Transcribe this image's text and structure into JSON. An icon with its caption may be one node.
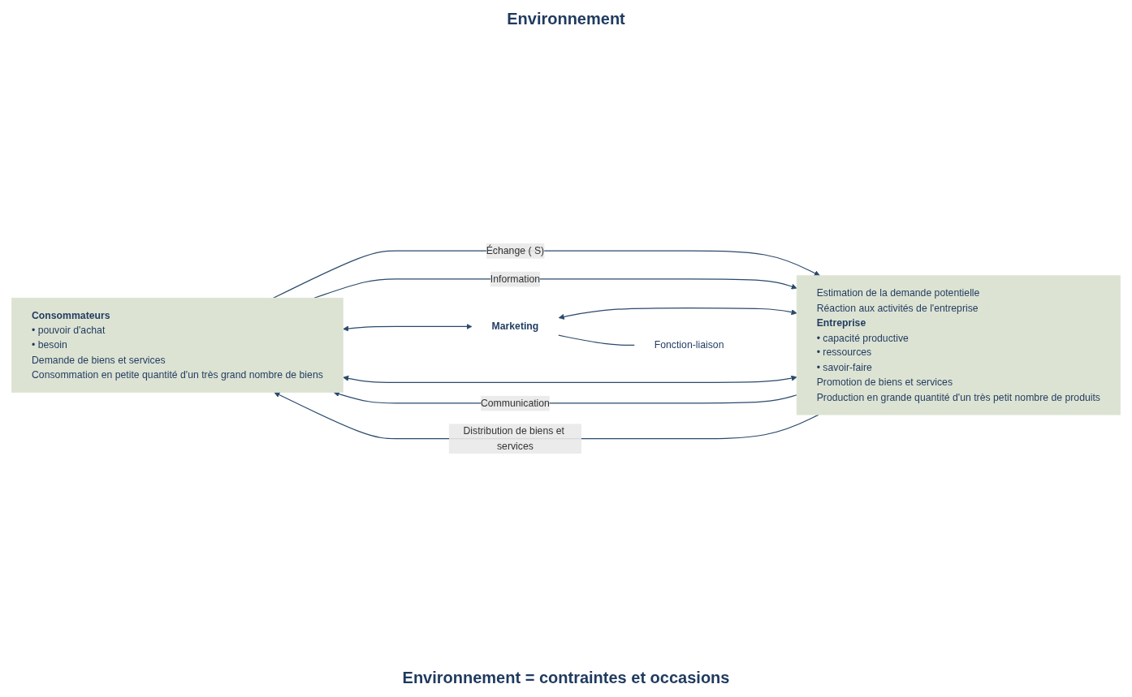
{
  "diagram": {
    "title": "Environnement",
    "caption": "Environnement = contraintes et occasions",
    "nodes": [
      {
        "text": [
          "Consommateurs",
          "• pouvoir d'achat",
          "• besoin",
          "Demande de biens et services",
          "Consommation en petite quantité d'un très grand nombre de biens"
        ]
      },
      {
        "text": [
          "Marketing"
        ]
      },
      {
        "text": [
          "Estimation de la demande potentielle",
          "Réaction aux activités de l'entreprise",
          "Entreprise",
          "• capacité productive",
          "• ressources",
          "• savoir-faire",
          "Promotion de biens et services",
          "Production en grande quantité d'un très petit nombre de produits"
        ]
      },
      {
        "text": [
          "Fonction-liaison"
        ]
      }
    ],
    "edges": [
      {
        "from": 0,
        "to": 2,
        "arrow": "to",
        "label": "Échange ( S)"
      },
      {
        "from": 0,
        "to": 2,
        "arrow": "to",
        "label": "Information"
      },
      {
        "from": 0,
        "to": 1,
        "arrow": "both"
      },
      {
        "from": 1,
        "to": 2,
        "arrow": "both"
      },
      {
        "from": 1,
        "to": 3,
        "arrow": "none"
      },
      {
        "from": 0,
        "to": 2,
        "arrow": "both"
      },
      {
        "from": 2,
        "to": 0,
        "arrow": "to",
        "label": "Communication"
      },
      {
        "from": 2,
        "to": 0,
        "arrow": "to",
        "label": "Distribution de biens et services"
      }
    ]
  }
}
